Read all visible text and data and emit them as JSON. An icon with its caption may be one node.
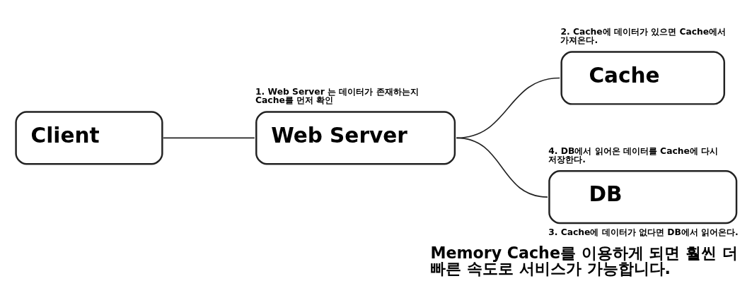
{
  "diagram": {
    "caption": "Memory Cache를 이용하게 되면 훨씬 더 빠른 속도로 서비스가 가능합니다.",
    "nodes": [
      {
        "text": [
          "Client"
        ]
      },
      {
        "text": [
          "Web Server"
        ],
        "beside": [
          "1. Web Server 는 데이터가 존재하는지 Cache를 먼저 확인"
        ]
      },
      {
        "text": [
          "Cache"
        ],
        "beside": [
          "2. Cache에 데이터가 있으면 Cache에서 가져온다."
        ]
      },
      {
        "text": [
          "DB"
        ],
        "beside": [
          "4. DB에서 읽어온 데이터를 Cache에 다시 저장한다.",
          "3. Cache에 데이터가 없다면 DB에서 읽어온다."
        ]
      }
    ],
    "edges": [
      {
        "from": 0,
        "to": 1,
        "arrow": "none"
      },
      {
        "from": 1,
        "to": 2,
        "arrow": "none"
      },
      {
        "from": 1,
        "to": 3,
        "arrow": "none"
      }
    ]
  }
}
